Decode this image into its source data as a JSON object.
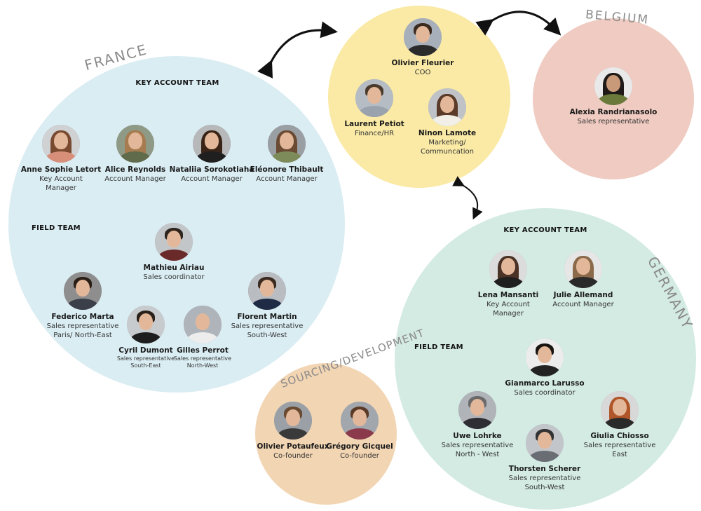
{
  "regions": {
    "france": "FRANCE",
    "belgium": "BELGIUM",
    "germany": "GERMANY",
    "sourcing": "SOURCING/DEVELOPMENT"
  },
  "sections": {
    "france_key": "KEY ACCOUNT TEAM",
    "france_field": "FIELD TEAM",
    "germany_key": "KEY ACCOUNT TEAM",
    "germany_field": "FIELD TEAM"
  },
  "colors": {
    "france": "#daedf3",
    "hq": "#faeaa6",
    "belgium": "#efcbc1",
    "germany": "#d4ebe4",
    "sourcing": "#f2d5b3"
  },
  "people": {
    "olivier_fleurier": {
      "name": "Olivier Fleurier",
      "role": [
        "COO"
      ]
    },
    "laurent_petiot": {
      "name": "Laurent Petiot",
      "role": [
        "Finance/HR"
      ]
    },
    "ninon_lamote": {
      "name": "Ninon Lamote",
      "role": [
        "Marketing/",
        "Communcation"
      ]
    },
    "alexia": {
      "name": "Alexia Randrianasolo",
      "role": [
        "Sales representative"
      ]
    },
    "anne_sophie": {
      "name": "Anne Sophie Letort",
      "role": [
        "Key Account",
        "Manager"
      ]
    },
    "alice": {
      "name": "Alice Reynolds",
      "role": [
        "Account Manager"
      ]
    },
    "nataliia": {
      "name": "Nataliia Sorokotiaha",
      "role": [
        "Account Manager"
      ]
    },
    "eleonore": {
      "name": "Eléonore Thibault",
      "role": [
        "Account Manager"
      ]
    },
    "mathieu": {
      "name": "Mathieu Airiau",
      "role": [
        "Sales coordinator"
      ]
    },
    "federico": {
      "name": "Federico Marta",
      "role": [
        "Sales representative",
        "Paris/ North-East"
      ]
    },
    "florent": {
      "name": "Florent Martin",
      "role": [
        "Sales representative",
        "South-West"
      ]
    },
    "cyril": {
      "name": "Cyril Dumont",
      "role": [
        "Sales representative",
        "South-East"
      ]
    },
    "gilles": {
      "name": "Gilles Perrot",
      "role": [
        "Sales representative",
        "North-West"
      ]
    },
    "olivier_potaufeux": {
      "name": "Olivier Potaufeux",
      "role": [
        "Co-founder"
      ]
    },
    "gregory": {
      "name": "Grégory Gicquel",
      "role": [
        "Co-founder"
      ]
    },
    "lena": {
      "name": "Lena Mansanti",
      "role": [
        "Key Account",
        "Manager"
      ]
    },
    "julie": {
      "name": "Julie Allemand",
      "role": [
        "Account Manager"
      ]
    },
    "gianmarco": {
      "name": "Gianmarco Larusso",
      "role": [
        "Sales coordinator"
      ]
    },
    "uwe": {
      "name": "Uwe Lohrke",
      "role": [
        "Sales representative",
        "North  - West"
      ]
    },
    "giulia": {
      "name": "Giulia Chiosso",
      "role": [
        "Sales representative",
        "East"
      ]
    },
    "thorsten": {
      "name": "Thorsten Scherer",
      "role": [
        "Sales representative",
        "South-West"
      ]
    }
  }
}
